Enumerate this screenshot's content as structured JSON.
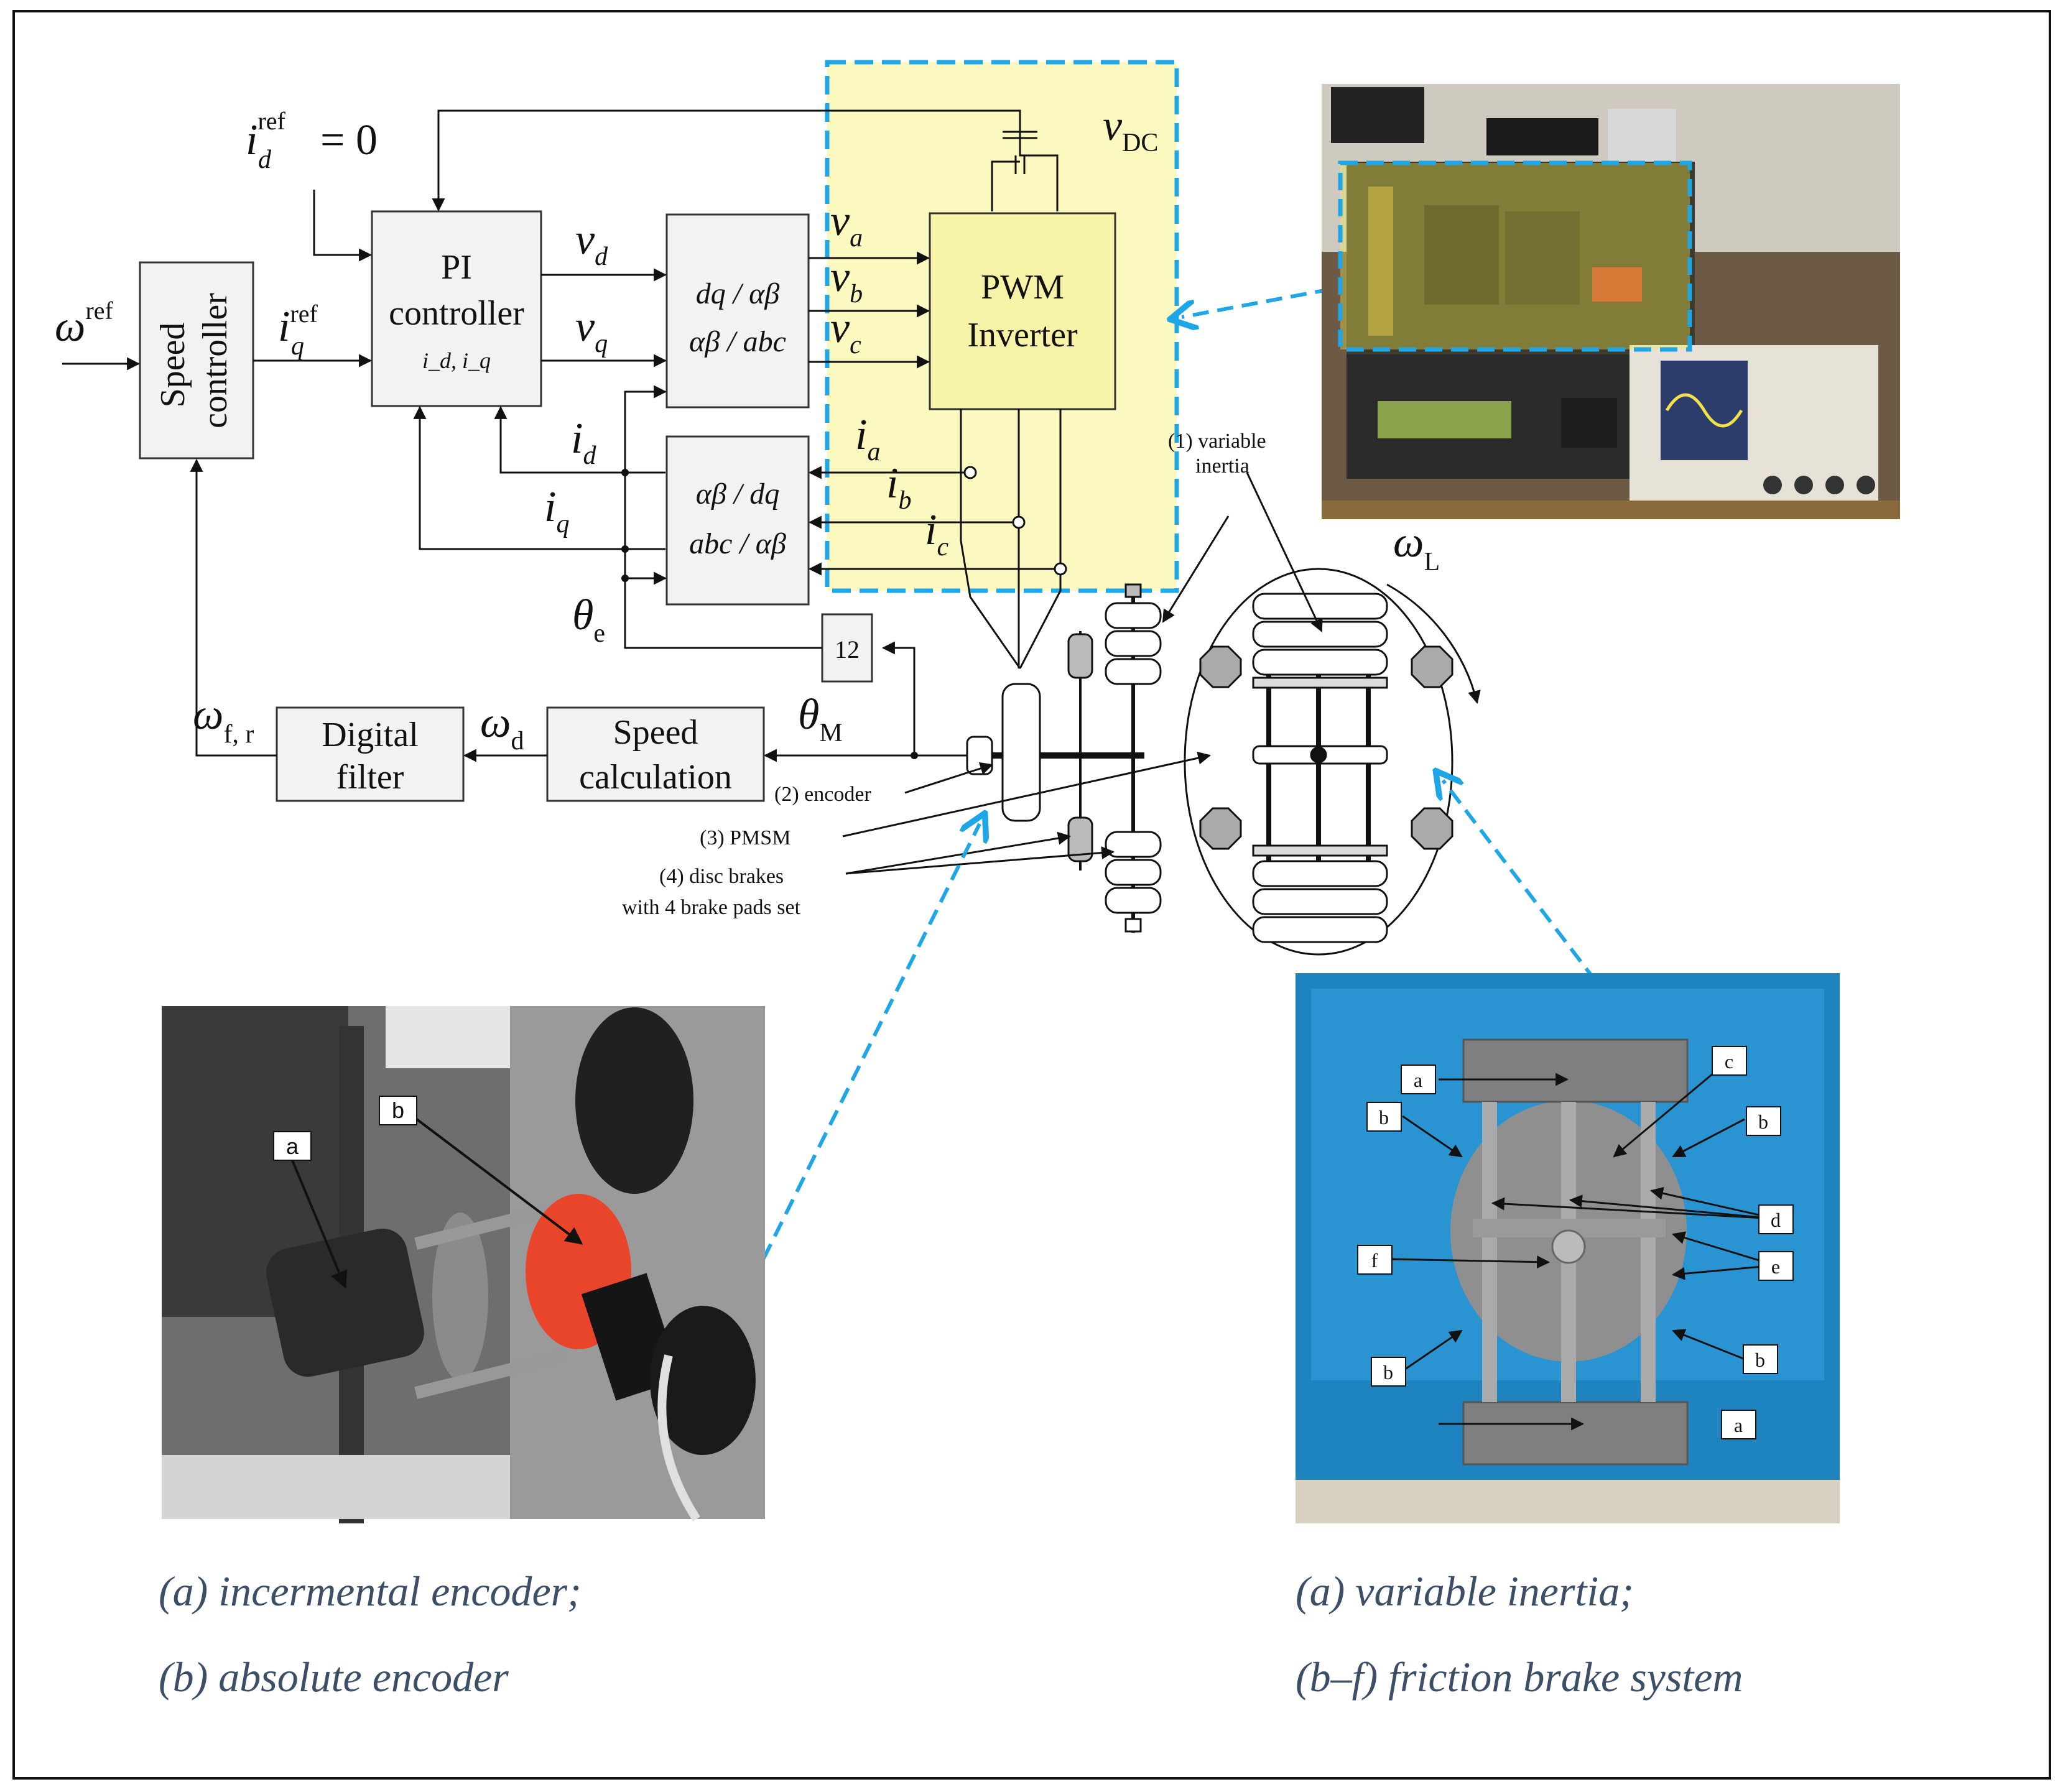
{
  "diagram": {
    "i_d_ref_eq": "= 0",
    "blocks": {
      "speed_controller": [
        "Speed",
        "controller"
      ],
      "pi_controller": [
        "PI",
        "controller"
      ],
      "pi_sub": "i_d, i_q",
      "dq_ab_1": "dq / αβ",
      "dq_ab_2": "αβ / abc",
      "ab_dq_1": "αβ / dq",
      "ab_dq_2": "abc / αβ",
      "pwm": [
        "PWM",
        "Inverter"
      ],
      "pole": "12",
      "digital_filter": [
        "Digital",
        "filter"
      ],
      "speed_calc": [
        "Speed",
        "calculation"
      ]
    },
    "symbols": {
      "omega_ref": "ω",
      "ref": "ref",
      "i_d_ref": "i",
      "i_q_ref": "i",
      "v_d": "v",
      "v_q": "v",
      "v_a": "v",
      "v_b": "v",
      "v_c": "v",
      "i_a": "i",
      "i_b": "i",
      "i_c": "i",
      "i_d": "i",
      "i_q": "i",
      "v_dc": "v",
      "dc_sub": "DC",
      "theta_e": "θ",
      "e_sub": "e",
      "theta_m": "θ",
      "m_sub": "M",
      "omega_d": "ω",
      "d_sub": "d",
      "omega_fr": "ω",
      "fr_sub": "f, r",
      "omega_l": "ω",
      "l_sub": "L"
    },
    "subscripts": {
      "d": "d",
      "q": "q",
      "a": "a",
      "b": "b",
      "c": "c"
    },
    "annotations": {
      "variable_inertia": [
        "(1) variable",
        "inertia"
      ],
      "encoder": "(2) encoder",
      "pmsm": "(3) PMSM",
      "disc_brakes": [
        "(4) disc brakes",
        "with 4 brake pads set"
      ]
    }
  },
  "photos": {
    "encoder_photo": {
      "labels": [
        "a",
        "b"
      ]
    },
    "inertia_photo": {
      "labels": [
        "a",
        "b",
        "c",
        "d",
        "e",
        "f"
      ]
    }
  },
  "captions": {
    "left_1": "(a) incermental encoder;",
    "left_2": "(b) absolute encoder",
    "right_1": "(a) variable inertia;",
    "right_2": "(b–f) friction brake system"
  },
  "colors": {
    "highlight_fill": "#fbf8c0",
    "dash_blue": "#1ea6e6",
    "block_fill": "#f2f2f2",
    "photo_blue": "#1e84c0",
    "encoder_red": "#e8452a"
  }
}
